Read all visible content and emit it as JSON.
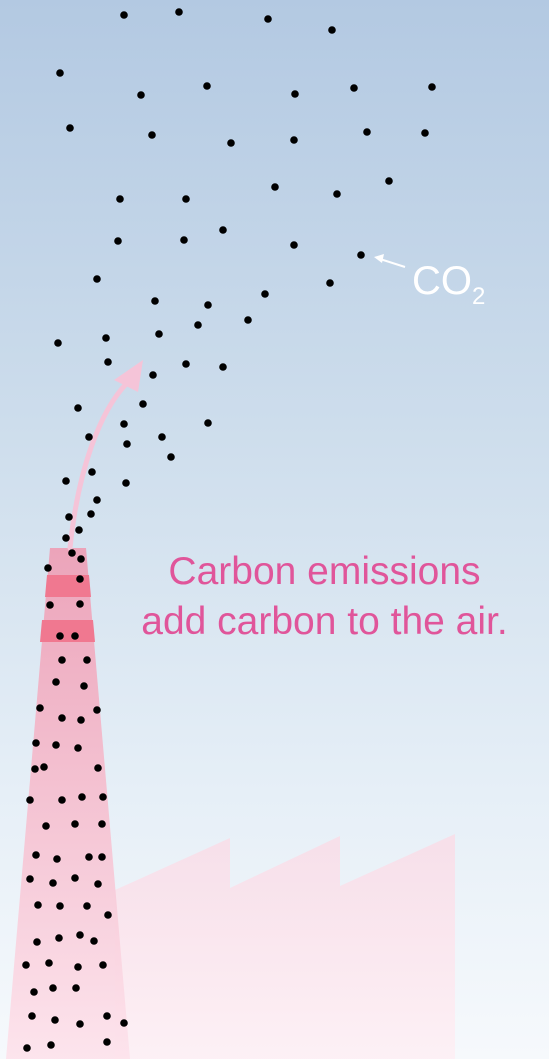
{
  "diagram": {
    "caption_lines": [
      "Carbon emissions",
      "add carbon to the air."
    ],
    "molecule_label": {
      "text": "CO",
      "subscript": "2"
    },
    "colors": {
      "caption": "#e0559a",
      "label": "#ffffff",
      "stack_band": "#f07890",
      "arrow": "#f5c4d8",
      "particle": "#000000"
    },
    "icons": [
      "factory-icon",
      "smokestack-icon",
      "upward-arrow-icon",
      "co2-particle-icon"
    ]
  }
}
